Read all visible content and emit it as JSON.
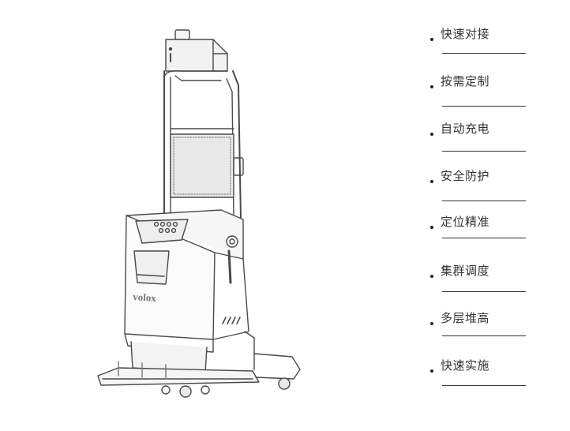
{
  "product": {
    "brand_mark": "volox"
  },
  "features": [
    {
      "label": "快速对接"
    },
    {
      "label": "按需定制"
    },
    {
      "label": "自动充电"
    },
    {
      "label": "安全防护"
    },
    {
      "label": "定位精准"
    },
    {
      "label": "集群调度"
    },
    {
      "label": "多层堆高"
    },
    {
      "label": "快速实施"
    }
  ]
}
